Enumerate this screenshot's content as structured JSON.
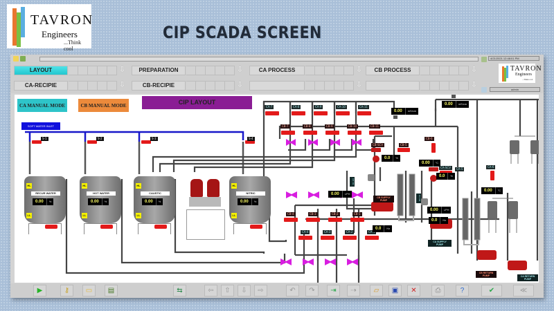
{
  "slide": {
    "logo": {
      "name": "TAVRON",
      "sub": "Engineers",
      "tagline": "...Think cool"
    },
    "title": "CIP SCADA SCREEN"
  },
  "window": {
    "datetime": "4/21/2021 12:48:01 PM",
    "user": "admin",
    "logo": {
      "name": "TAVRON",
      "sub": "Engineers",
      "tagline": "...Think cool"
    }
  },
  "nav": {
    "row1": [
      {
        "label": "LAYOUT",
        "active": true
      },
      {
        "label": "PREPARATION",
        "active": false
      },
      {
        "label": "CA PROCESS",
        "active": false
      },
      {
        "label": "CB PROCESS",
        "active": false
      }
    ],
    "row2": [
      {
        "label": "CA-RECIPIE"
      },
      {
        "label": "CB-RECIPIE"
      },
      {
        "label": ""
      },
      {
        "label": ""
      }
    ]
  },
  "modes": {
    "ca_manual": "CA MANUAL MODE",
    "cb_manual": "CB MANUAL MODE",
    "cip_layout": "CIP LAYOUT",
    "colors": {
      "ca": "#2ec4c9",
      "cb": "#ec8a3b",
      "layout": "#8a1d94"
    }
  },
  "inlet": {
    "label": "SOFT WATER INLET"
  },
  "inlet_valves": [
    "S-1",
    "S-2",
    "S-3",
    "S-4"
  ],
  "tanks": [
    {
      "name": "RECUR WATER",
      "value": "0.00",
      "unit": "%",
      "hl": "HL",
      "ll": "LL"
    },
    {
      "name": "HOT WATER",
      "value": "0.00",
      "unit": "%",
      "hl": "HL",
      "ll": "LL"
    },
    {
      "name": "CAUSTIC",
      "value": "0.00",
      "unit": "%",
      "hl": "HL",
      "ll": "LL"
    },
    {
      "name": "NITRIC",
      "value": "0.00",
      "unit": "%",
      "hl": "HL",
      "ll": "LL"
    }
  ],
  "ca_valves_top": [
    "CA-7",
    "CA-8",
    "CA-9",
    "CA-10",
    "CA-11"
  ],
  "cb_valves_top": [
    "CB-7",
    "CB-8",
    "CB-9",
    "CB-10",
    "CB-11"
  ],
  "cb_valves_bottom": [
    "CB-4",
    "CB-3",
    "CB-2",
    "CB-1"
  ],
  "ca_valves_bottom": [
    "CA-4",
    "CA-3",
    "CA-2",
    "CA-1"
  ],
  "cb_side": {
    "cb5": "CB-5",
    "cb6": "CB-6",
    "scv": "CB-SCV"
  },
  "ca_side": {
    "ca5": "CA-5",
    "ca6": "CA-6",
    "scv": "CA-SCV"
  },
  "displays": {
    "cb_return_cond": {
      "value": "0.00",
      "unit": "mS/cm"
    },
    "ca_return_cond": {
      "value": "0.00",
      "unit": "mS/cm"
    },
    "cb_scv": {
      "value": "0.0",
      "unit": "%"
    },
    "cb_temp": {
      "value": "0.00",
      "unit": "°C"
    },
    "ca_scv": {
      "value": "0.0",
      "unit": "%"
    },
    "ca_temp": {
      "value": "0.00",
      "unit": "°C"
    },
    "cb_flow": {
      "value": "0.00",
      "unit": "LPH",
      "tag": "CB FM"
    },
    "ca_flow": {
      "value": "0.00",
      "unit": "LPH",
      "tag": "CA FM"
    },
    "cb_pump_hz": {
      "value": "0.0",
      "unit": "Hz"
    },
    "ca_pump_hz": {
      "value": "0.0",
      "unit": "Hz"
    }
  },
  "pumps": {
    "cb_supply": "CB SUPPLY PUMP",
    "ca_supply": "CA SUPPLY PUMP",
    "cb_return": "CB RETURN PUMP",
    "ca_return": "CA RETURN PUMP"
  },
  "toolbar": [
    {
      "icon": "run-icon",
      "glyph": "▶"
    },
    {
      "icon": "key-icon",
      "glyph": "⚷"
    },
    {
      "icon": "folder-icon",
      "glyph": "▭"
    },
    {
      "icon": "report-icon",
      "glyph": "▤"
    },
    {
      "icon": "screen-nav-icon",
      "glyph": "⇆"
    },
    {
      "icon": "arrow-left-icon",
      "glyph": "⇦"
    },
    {
      "icon": "arrow-up-icon",
      "glyph": "⇧"
    },
    {
      "icon": "arrow-down-icon",
      "glyph": "⇩"
    },
    {
      "icon": "arrow-right-icon",
      "glyph": "⇨"
    },
    {
      "icon": "undo-icon",
      "glyph": "↶"
    },
    {
      "icon": "redo-icon",
      "glyph": "↷"
    },
    {
      "icon": "import-icon",
      "glyph": "⇥"
    },
    {
      "icon": "export-icon",
      "glyph": "⇢"
    },
    {
      "icon": "open-icon",
      "glyph": "▱"
    },
    {
      "icon": "save-icon",
      "glyph": "▣"
    },
    {
      "icon": "delete-icon",
      "glyph": "✕"
    },
    {
      "icon": "print-icon",
      "glyph": "⎙"
    },
    {
      "icon": "help-icon",
      "glyph": "?"
    },
    {
      "icon": "sound-ok-icon",
      "glyph": "✔"
    },
    {
      "icon": "acknowledge-icon",
      "glyph": "≪"
    }
  ]
}
